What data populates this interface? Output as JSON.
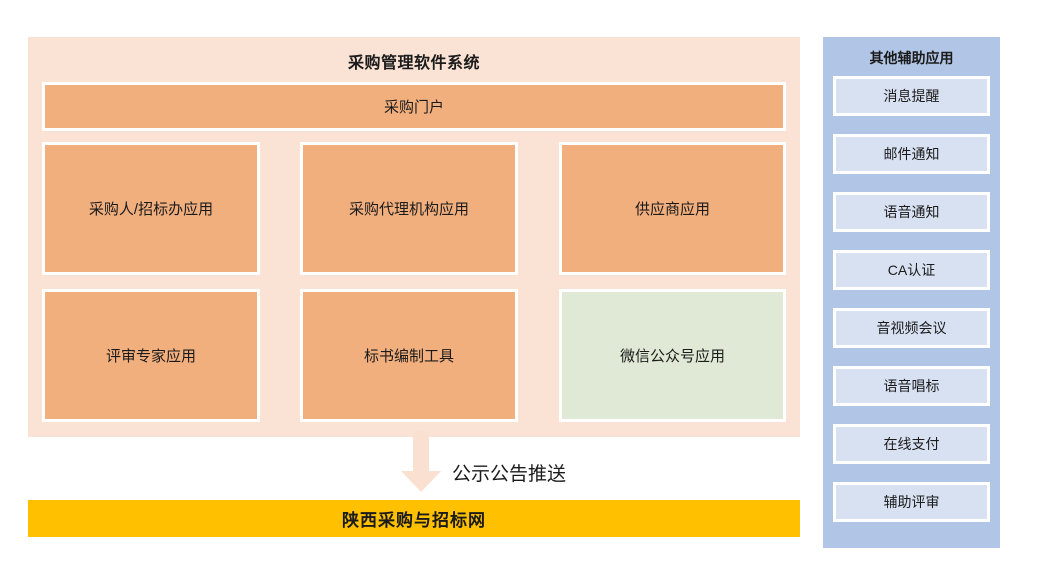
{
  "system": {
    "title": "采购管理软件系统",
    "portal": "采购门户",
    "modules": [
      {
        "label": "采购人/招标办应用",
        "color": "#F2AF7E"
      },
      {
        "label": "采购代理机构应用",
        "color": "#F2AF7E"
      },
      {
        "label": "供应商应用",
        "color": "#F2AF7E"
      },
      {
        "label": "评审专家应用",
        "color": "#F2AF7E"
      },
      {
        "label": "标书编制工具",
        "color": "#F2AF7E"
      },
      {
        "label": "微信公众号应用",
        "color": "#DFE9D5"
      }
    ],
    "panel_color": "#FAE3D5"
  },
  "flow": {
    "arrow_icon": "down-arrow-icon",
    "arrow_color": "#FAE0D0",
    "label": "公示公告推送"
  },
  "site": {
    "label": "陕西采购与招标网",
    "color": "#FFC000"
  },
  "aux": {
    "title": "其他辅助应用",
    "panel_color": "#B1C6E6",
    "item_color": "#D8E1F2",
    "items": [
      {
        "label": "消息提醒"
      },
      {
        "label": "邮件通知"
      },
      {
        "label": "语音通知"
      },
      {
        "label": "CA认证"
      },
      {
        "label": "音视频会议"
      },
      {
        "label": "语音唱标"
      },
      {
        "label": "在线支付"
      },
      {
        "label": "辅助评审"
      }
    ]
  }
}
